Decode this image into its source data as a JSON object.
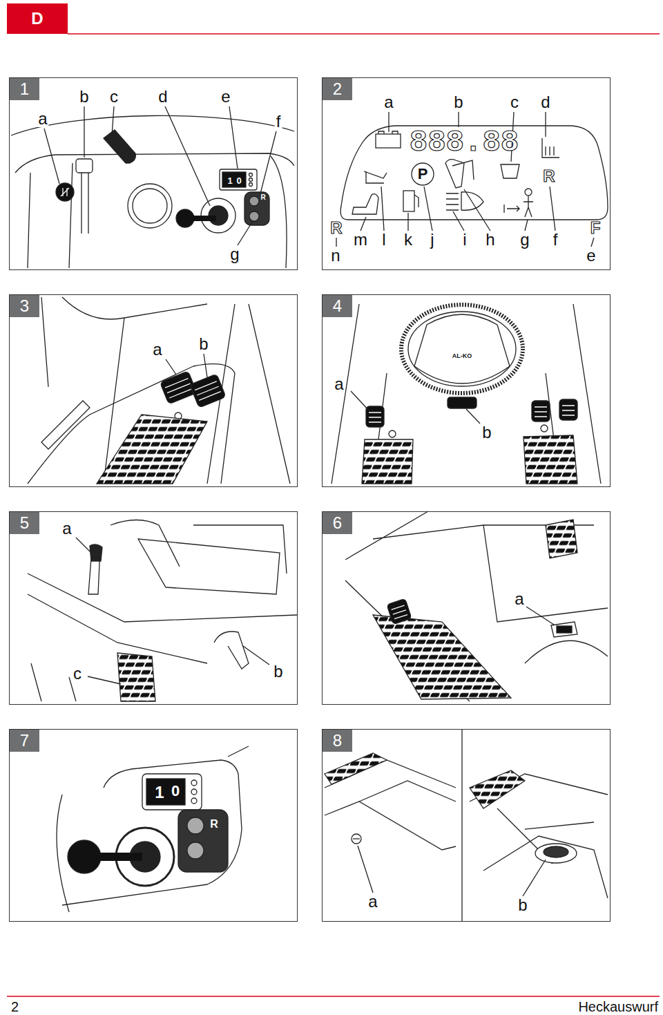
{
  "diagram": {
    "nodes": [
      {
        "text": [
          "D"
        ]
      },
      {
        "text": [
          "1"
        ]
      },
      {
        "text": [
          "2"
        ]
      },
      {
        "text": [
          "3"
        ]
      },
      {
        "text": [
          "4"
        ]
      },
      {
        "text": [
          "5"
        ]
      },
      {
        "text": [
          "6"
        ]
      },
      {
        "text": [
          "7"
        ]
      },
      {
        "text": [
          "8"
        ]
      }
    ],
    "labels": [
      "a",
      "b",
      "c",
      "d",
      "e",
      "f",
      "g",
      "1",
      "0",
      "R",
      "a",
      "b",
      "c",
      "d",
      "888.88",
      "P",
      "R",
      "R",
      "F",
      "n",
      "m",
      "l",
      "k",
      "j",
      "i",
      "h",
      "g",
      "f",
      "e",
      "a",
      "b",
      "AL-KO",
      "a",
      "b",
      "a",
      "c",
      "b",
      "a",
      "1",
      "0",
      "R",
      "a",
      "b",
      "2",
      "Heckauswurf"
    ]
  }
}
